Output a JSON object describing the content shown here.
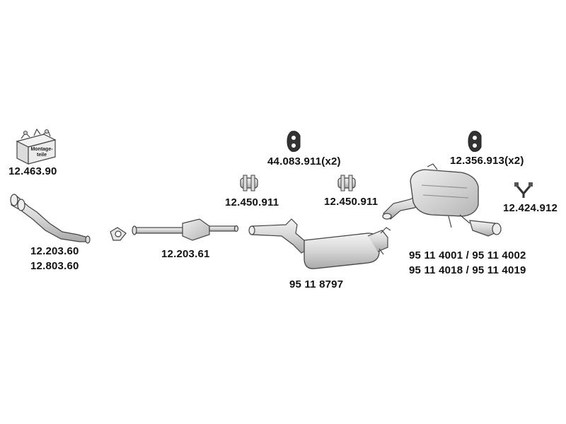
{
  "parts": {
    "mounting_kit": {
      "label": "12.463.90",
      "box_text_line1": "Montage-",
      "box_text_line2": "teile"
    },
    "front_pipe": {
      "label_line1": "12.203.60",
      "label_line2": "12.803.60"
    },
    "catalyst_pipe": {
      "label": "12.203.61"
    },
    "clamp_left": {
      "label": "12.450.911"
    },
    "hanger_middle": {
      "label": "44.083.911(x2)"
    },
    "clamp_right": {
      "label": "12.450.911"
    },
    "middle_silencer": {
      "label": "95 11 8797"
    },
    "hanger_rear": {
      "label": "12.356.913(x2)"
    },
    "bracket": {
      "label": "12.424.912"
    },
    "rear_silencer": {
      "label_line1": "95 11 4001 / 95 11 4002",
      "label_line2": "95 11 4018 / 95 11 4019"
    }
  },
  "colors": {
    "line": "#444444",
    "fill": "#e8e8e8",
    "shade": "#bdbdbd",
    "text": "#111111"
  }
}
